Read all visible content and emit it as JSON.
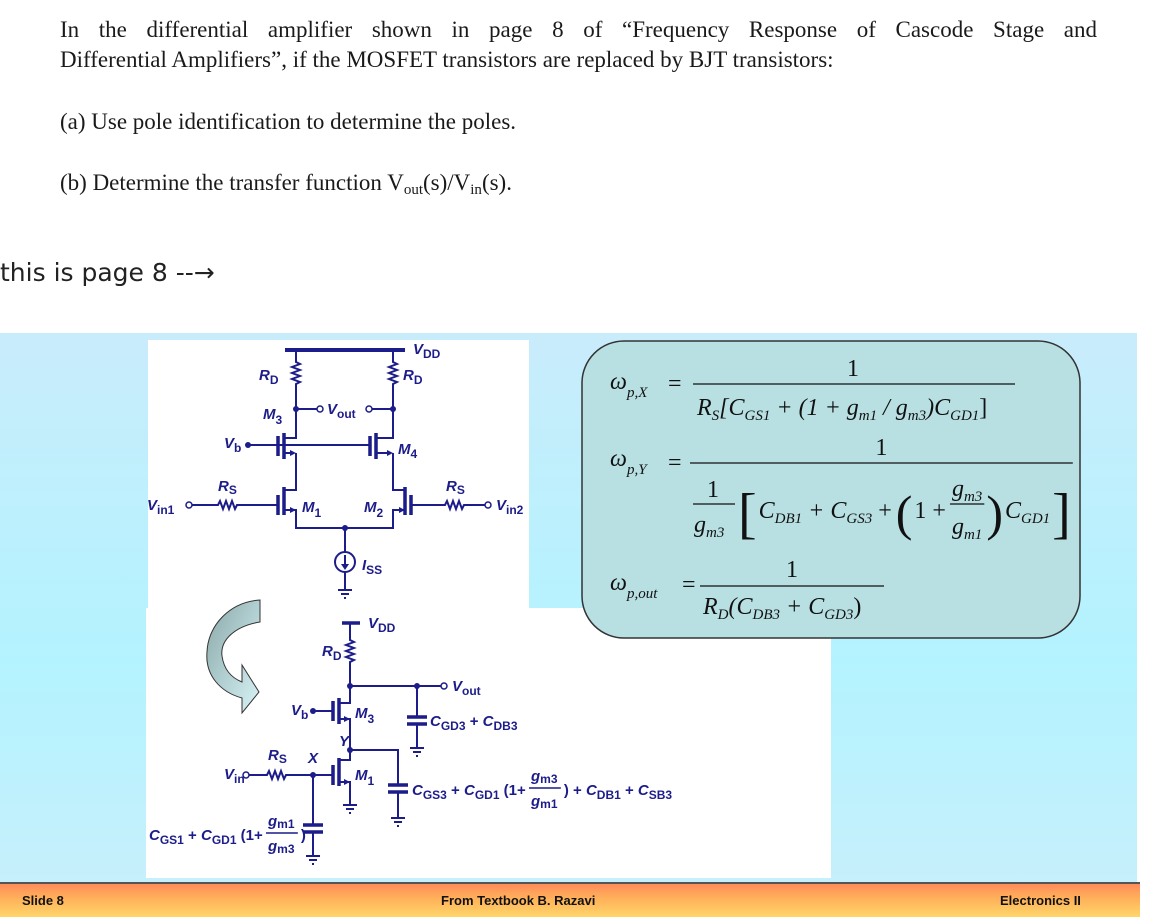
{
  "question": {
    "line1": "In the differential amplifier shown in page 8 of “Frequency Response of Cascode Stage and",
    "line2": "Differential Amplifiers”, if the MOSFET transistors are replaced by BJT transistors:",
    "part_a": "(a) Use pole identification to determine the poles.",
    "part_b_prefix": "(b) Determine the transfer function V",
    "part_b_sub1": "out",
    "part_b_mid": "(s)/V",
    "part_b_sub2": "in",
    "part_b_suffix": "(s)."
  },
  "note": "this is page 8 --→",
  "slide": {
    "top_circuit": {
      "vdd": {
        "main": "V",
        "sub": "DD"
      },
      "rd_left": {
        "main": "R",
        "sub": "D"
      },
      "rd_right": {
        "main": "R",
        "sub": "D"
      },
      "vout": {
        "main": "V",
        "sub": "out"
      },
      "m3": {
        "main": "M",
        "sub": "3"
      },
      "m4": {
        "main": "M",
        "sub": "4"
      },
      "vb": {
        "main": "V",
        "sub": "b"
      },
      "m1": {
        "main": "M",
        "sub": "1"
      },
      "m2": {
        "main": "M",
        "sub": "2"
      },
      "rs_left": {
        "main": "R",
        "sub": "S"
      },
      "rs_right": {
        "main": "R",
        "sub": "S"
      },
      "vin1": {
        "main": "V",
        "sub": "in1"
      },
      "vin2": {
        "main": "V",
        "sub": "in2"
      },
      "iss": {
        "main": "I",
        "sub": "SS"
      }
    },
    "bottom_circuit": {
      "vdd": {
        "main": "V",
        "sub": "DD"
      },
      "rd": {
        "main": "R",
        "sub": "D"
      },
      "vout": {
        "main": "V",
        "sub": "out"
      },
      "vb": {
        "main": "V",
        "sub": "b"
      },
      "m3": {
        "main": "M",
        "sub": "3"
      },
      "m1": {
        "main": "M",
        "sub": "1"
      },
      "node_y": "Y",
      "node_x": "X",
      "rs": {
        "main": "R",
        "sub": "S"
      },
      "vin": {
        "main": "V",
        "sub": "in"
      },
      "cap_out": {
        "c1": "C",
        "c1s": "GD3",
        "plus": " + ",
        "c2": "C",
        "c2s": "DB3"
      },
      "cap_y": {
        "c1": "C",
        "c1s": "GS3",
        "p1": " + ",
        "c2": "C",
        "c2s": "GD1",
        "open": " (1+ ",
        "fnum": "g",
        "fnum_s": "m3",
        "fden": "g",
        "fden_s": "m1",
        "close": ") + ",
        "c3": "C",
        "c3s": "DB1",
        "p3": " + ",
        "c4": "C",
        "c4s": "SB3"
      },
      "cap_x": {
        "c1": "C",
        "c1s": "GS1",
        "p1": " + ",
        "c2": "C",
        "c2s": "GD1",
        "open": " (1+ ",
        "fnum": "g",
        "fnum_s": "m1",
        "fden": "g",
        "fden_s": "m3",
        "close": ")"
      }
    },
    "equations": {
      "eq_x": {
        "lhs": "ω",
        "lhs_sub": "p,X",
        "eq": "=",
        "num": "1",
        "d1": "R",
        "d1s": "S",
        "d2": "[C",
        "d2s": "GS1",
        "d3": " + (1 + g",
        "d3s": "m1",
        "d4": " / g",
        "d4s": "m3",
        "d5": ")C",
        "d5s": "GD1",
        "d6": "]"
      },
      "eq_y": {
        "lhs": "ω",
        "lhs_sub": "p,Y",
        "eq": "=",
        "num": "1",
        "inner_num": "1",
        "inner_den": "g",
        "inner_den_sub": "m3",
        "bracket_l": "[",
        "t1": "C",
        "t1s": "DB1",
        "t2": " + C",
        "t2s": "GS3",
        "t3": " +",
        "paren_l": "(",
        "one_plus": "1 +",
        "fnum": "g",
        "fnum_s": "m3",
        "fden": "g",
        "fden_s": "m1",
        "paren_r": ")",
        "t4": "C",
        "t4s": "GD1",
        "bracket_r": "]"
      },
      "eq_out": {
        "lhs": "ω",
        "lhs_sub": "p,out",
        "eq": "=",
        "num": "1",
        "d1": "R",
        "d1s": "D",
        "d2": "(C",
        "d2s": "DB3",
        "d3": " + C",
        "d3s": "GD3",
        "d4": ")"
      }
    },
    "footer": {
      "left": "Slide 8",
      "center": "From Textbook B. Razavi",
      "right": "Electronics II"
    }
  },
  "colors": {
    "circuit": "#1c1c8a",
    "equation_box": "#b8e0e3",
    "slide_bg": "#b3f3ff",
    "footer": "#ffb25a"
  }
}
